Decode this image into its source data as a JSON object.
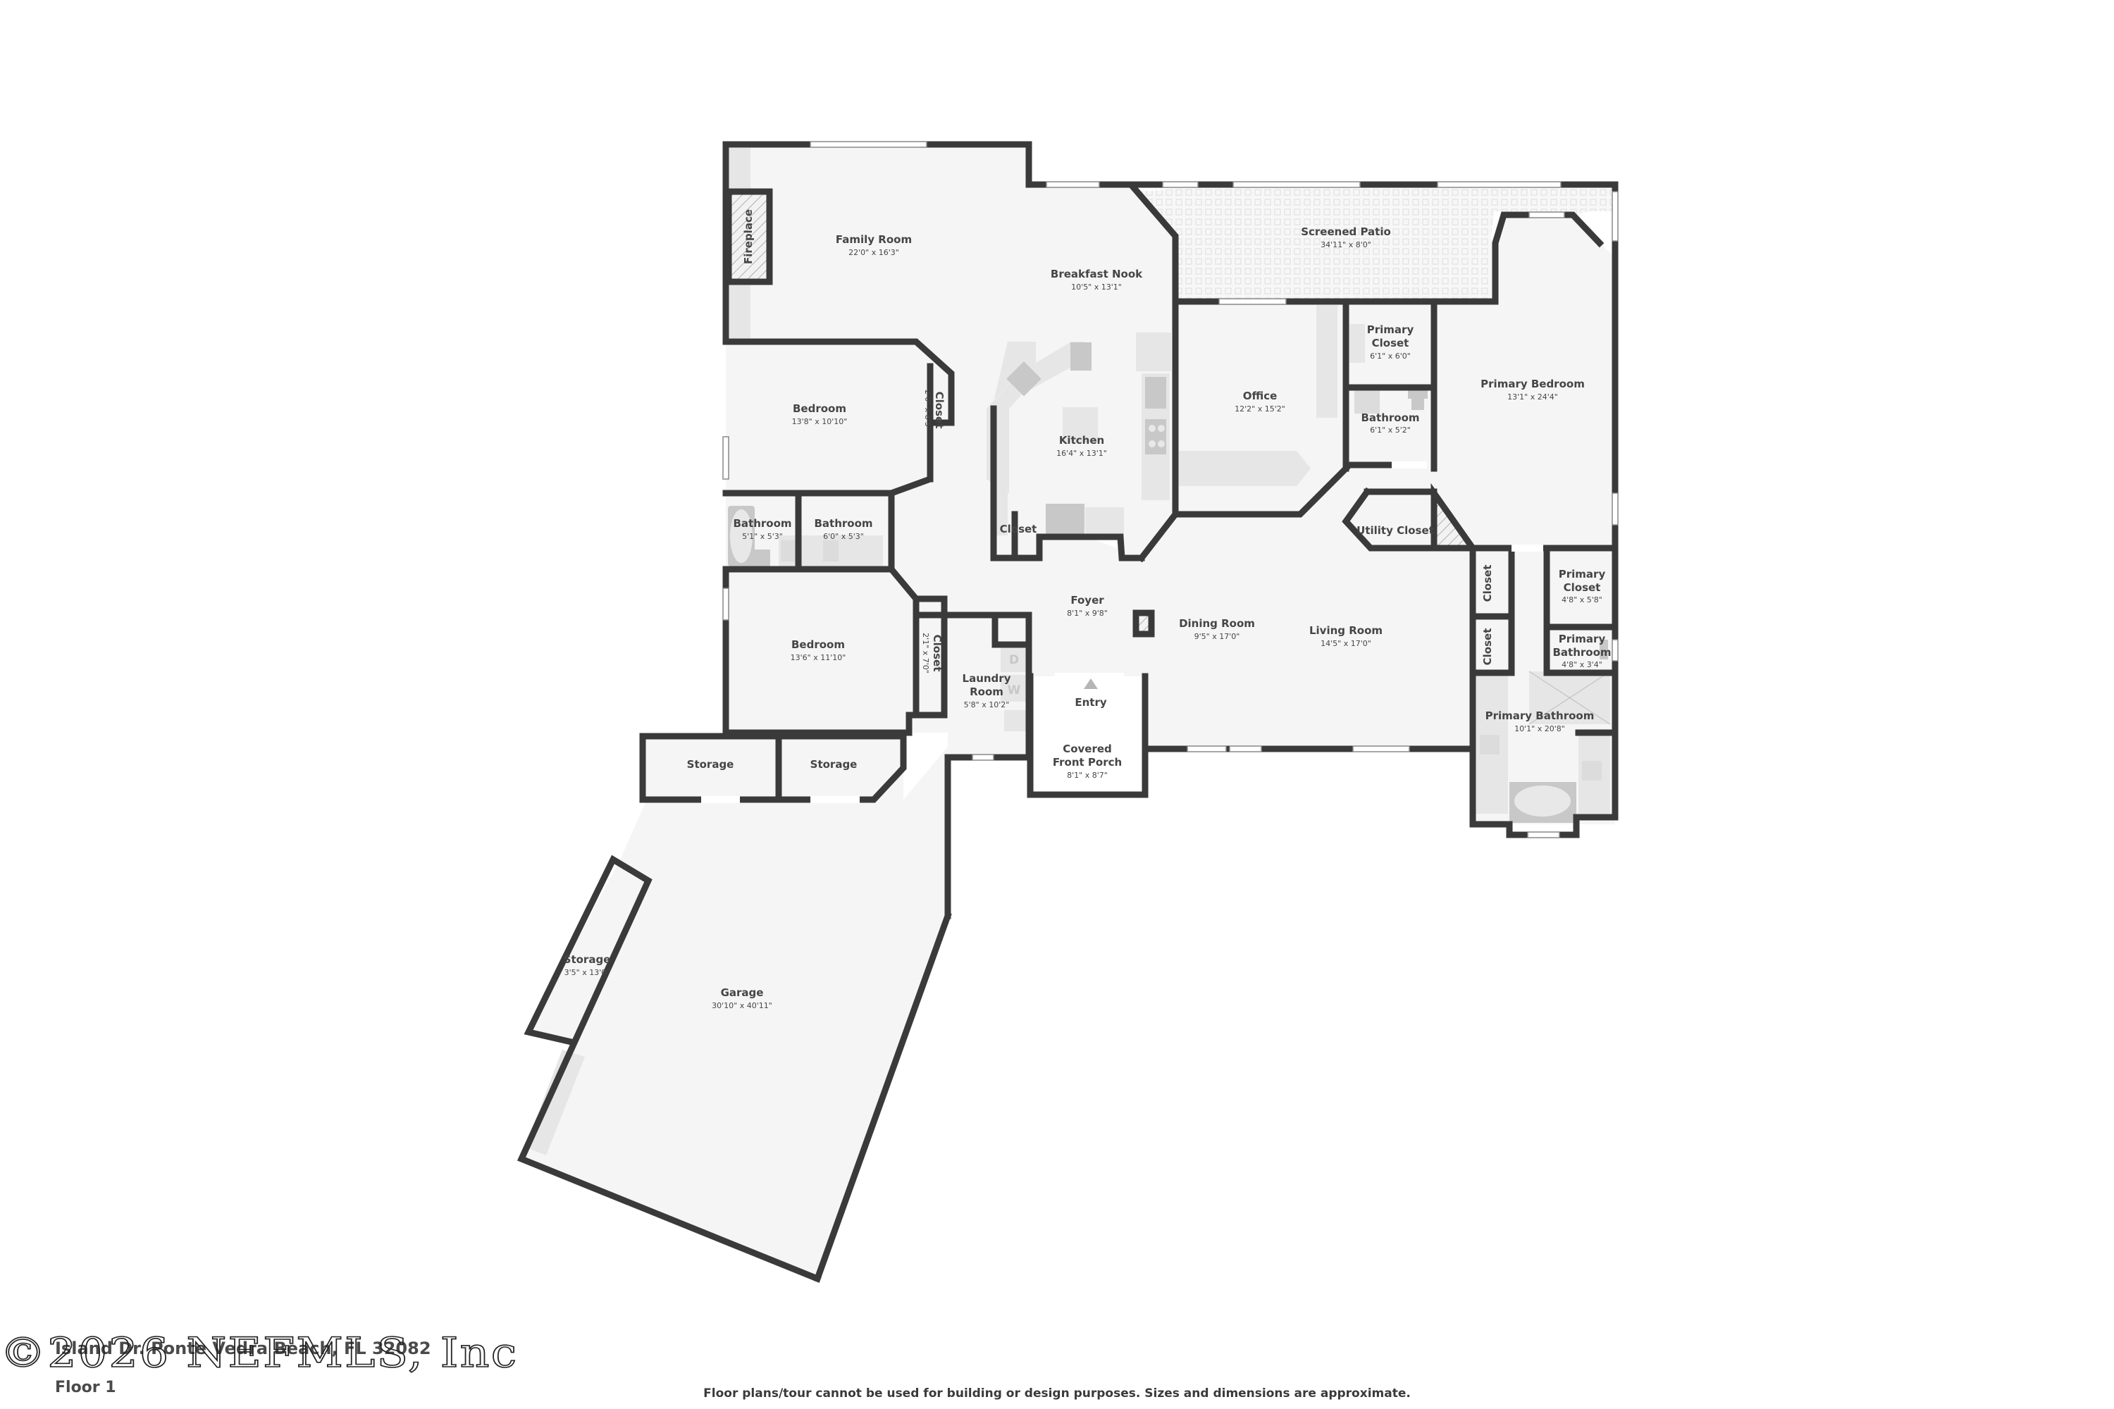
{
  "plan": {
    "floor_label": "Floor 1",
    "address": "Island Dr. Ponte Vedra Beach, FL 32082",
    "watermark": "©2026 NEFMLS, Inc",
    "disclaimer": "Floor plans/tour cannot be used for building or design purposes. Sizes and dimensions are approximate.",
    "colors": {
      "wall": "#3a3a3a",
      "floor": "#f5f5f5",
      "fixture": "#dcdcdc",
      "text": "#454545"
    }
  },
  "rooms": {
    "family_room": {
      "name": "Family Room",
      "dim": "22'0\" x 16'3\""
    },
    "fireplace": {
      "name": "Fireplace"
    },
    "breakfast_nook": {
      "name": "Breakfast Nook",
      "dim": "10'5\" x 13'1\""
    },
    "screened_patio": {
      "name": "Screened Patio",
      "dim": "34'11\" x 8'0\""
    },
    "kitchen": {
      "name": "Kitchen",
      "dim": "16'4\" x 13'1\""
    },
    "office": {
      "name": "Office",
      "dim": "12'2\" x 15'2\""
    },
    "primary_closet_1": {
      "name_1": "Primary",
      "name_2": "Closet",
      "dim": "6'1\" x 6'0\""
    },
    "bathroom_office": {
      "name": "Bathroom",
      "dim": "6'1\" x 5'2\""
    },
    "primary_bedroom": {
      "name": "Primary Bedroom",
      "dim": "13'1\" x 24'4\""
    },
    "bedroom_1": {
      "name": "Bedroom",
      "dim": "13'8\" x 10'10\""
    },
    "closet_bed1": {
      "name": "Closet",
      "dim": "2'0\" x 8'5\""
    },
    "bathroom_a": {
      "name": "Bathroom",
      "dim": "5'1\" x 5'3\""
    },
    "bathroom_b": {
      "name": "Bathroom",
      "dim": "6'0\" x 5'3\""
    },
    "closet_kitchen": {
      "name": "Closet"
    },
    "utility_closet": {
      "name": "Utility Closet"
    },
    "foyer": {
      "name": "Foyer",
      "dim": "8'1\" x 9'8\""
    },
    "dining_room": {
      "name": "Dining Room",
      "dim": "9'5\" x 17'0\""
    },
    "living_room": {
      "name": "Living Room",
      "dim": "14'5\" x 17'0\""
    },
    "bedroom_2": {
      "name": "Bedroom",
      "dim": "13'6\" x 11'10\""
    },
    "closet_bed2": {
      "name": "Closet",
      "dim": "2'1\" x 7'0\""
    },
    "laundry_room": {
      "name_1": "Laundry",
      "name_2": "Room",
      "dim": "5'8\" x 10'2\""
    },
    "entry": {
      "name": "Entry"
    },
    "covered_front_porch": {
      "name_1": "Covered",
      "name_2": "Front Porch",
      "dim": "8'1\" x 8'7\""
    },
    "closet_hall_1": {
      "name": "Closet"
    },
    "closet_hall_2": {
      "name": "Closet"
    },
    "primary_closet_2": {
      "name_1": "Primary",
      "name_2": "Closet",
      "dim": "4'8\" x 5'8\""
    },
    "primary_bathroom_small": {
      "name_1": "Primary",
      "name_2": "Bathroom",
      "dim": "4'8\" x 3'4\""
    },
    "primary_bathroom": {
      "name": "Primary Bathroom",
      "dim": "10'1\" x 20'8\""
    },
    "storage_1": {
      "name": "Storage"
    },
    "storage_2": {
      "name": "Storage"
    },
    "storage_garage": {
      "name": "Storage",
      "dim": "3'5\" x 13'0\""
    },
    "garage": {
      "name": "Garage",
      "dim": "30'10\" x 40'11\""
    }
  },
  "appliance_labels": {
    "dryer": "D",
    "washer": "W"
  }
}
